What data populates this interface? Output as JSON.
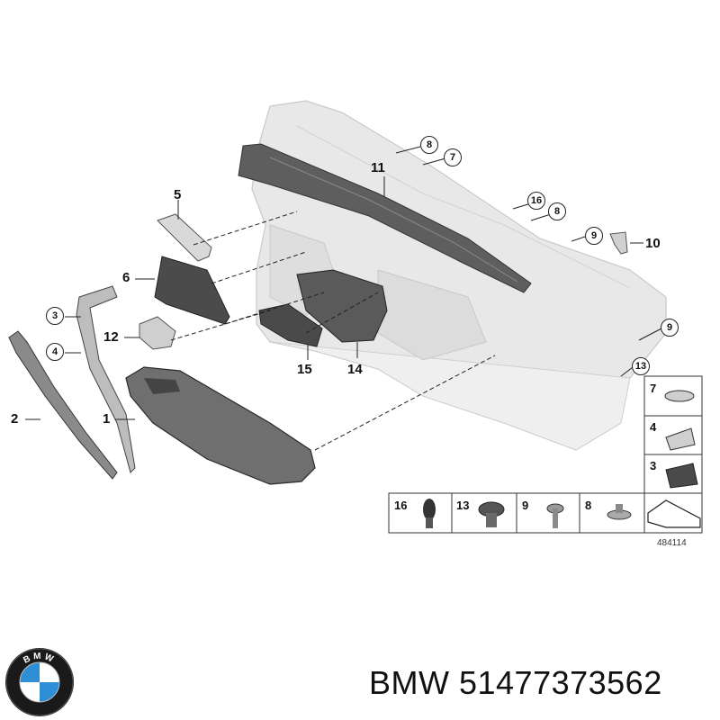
{
  "diagram": {
    "part_labels": {
      "p1": "1",
      "p2": "2",
      "p5": "5",
      "p6": "6",
      "p10": "10",
      "p11": "11",
      "p12": "12",
      "p14": "14",
      "p15": "15"
    },
    "circled_labels": {
      "c8a": "8",
      "c7a": "7",
      "c16": "16",
      "c8b": "8",
      "c9a": "9",
      "c9b": "9",
      "c13": "13",
      "c3": "3",
      "c4": "4"
    },
    "fastener_cells": {
      "cell7": "7",
      "cell4": "4",
      "cell3": "3",
      "cell16": "16",
      "cell13": "13",
      "cell9": "9",
      "cell8": "8"
    },
    "diagram_number": "484114"
  },
  "brand": {
    "logo_letters": "BMW",
    "caption": "BMW 51477373562"
  },
  "colors": {
    "panel_fill": "#e6e6e6",
    "part_dark": "#6b6b6b",
    "logo_blue": "#2f8fd6",
    "logo_ring": "#1a1a1a"
  }
}
